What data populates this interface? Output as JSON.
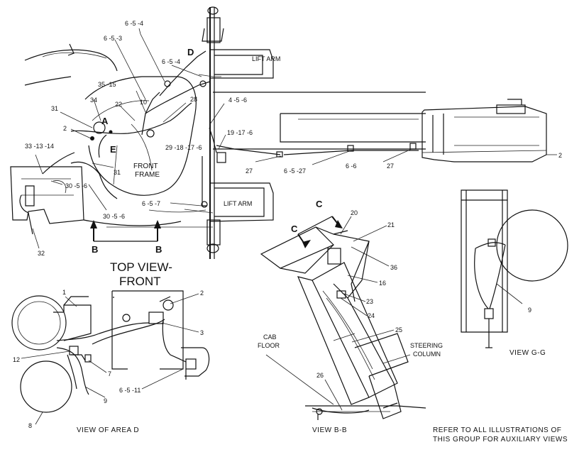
{
  "top_view": {
    "title_line1": "TOP VIEW-",
    "title_line2": "FRONT",
    "lift_arm_label": "LIFT ARM",
    "front_frame_line1": "FRONT",
    "front_frame_line2": "FRAME",
    "section_marker": "B",
    "detail_markers": [
      "A",
      "D",
      "E"
    ],
    "callouts": {
      "c_6_5_4_top": "6 -5 -4",
      "c_6_5_3": "6 -5 -3",
      "c_6_5_4_mid": "6 -5 -4",
      "c_35_15": "35 -15",
      "c_34": "34",
      "c_22": "22",
      "c_10": "10",
      "c_28": "28",
      "c_31_top": "31",
      "c_2_left": "2",
      "c_33_13_14": "33 -13 -14",
      "c_30_5_6_a": "30 -5 -6",
      "c_31_mid": "31",
      "c_29_18_17_6": "29 -18 -17 -6",
      "c_4_5_6": "4 -5 -6",
      "c_19_17_6": "19 -17 -6",
      "c_27_a": "27",
      "c_6_5_27": "6 -5 -27",
      "c_6_6": "6 -6",
      "c_27_b": "27",
      "c_2_right": "2",
      "c_6_5_7": "6 -5 -7",
      "c_30_5_6_b": "30 -5 -6",
      "c_32": "32"
    }
  },
  "view_area_d": {
    "title": "VIEW OF AREA D",
    "callouts": {
      "c1": "1",
      "c2": "2",
      "c3": "3",
      "c12": "12",
      "c7": "7",
      "c9": "9",
      "c6_5_11": "6 -5 -11",
      "c8": "8"
    }
  },
  "view_b_b": {
    "title": "VIEW B-B",
    "section_marker": "C",
    "cab_floor_line1": "CAB",
    "cab_floor_line2": "FLOOR",
    "steering_line1": "STEERING",
    "steering_line2": "COLUMN",
    "callouts": {
      "c20": "20",
      "c21": "21",
      "c36": "36",
      "c16": "16",
      "c23": "23",
      "c24": "24",
      "c25": "25",
      "c26": "26"
    }
  },
  "view_g_g": {
    "title": "VIEW G-G",
    "callout_9": "9"
  },
  "footer": {
    "note_line1": "REFER TO ALL ILLUSTRATIONS OF",
    "note_line2": "THIS GROUP FOR AUXILIARY VIEWS"
  }
}
